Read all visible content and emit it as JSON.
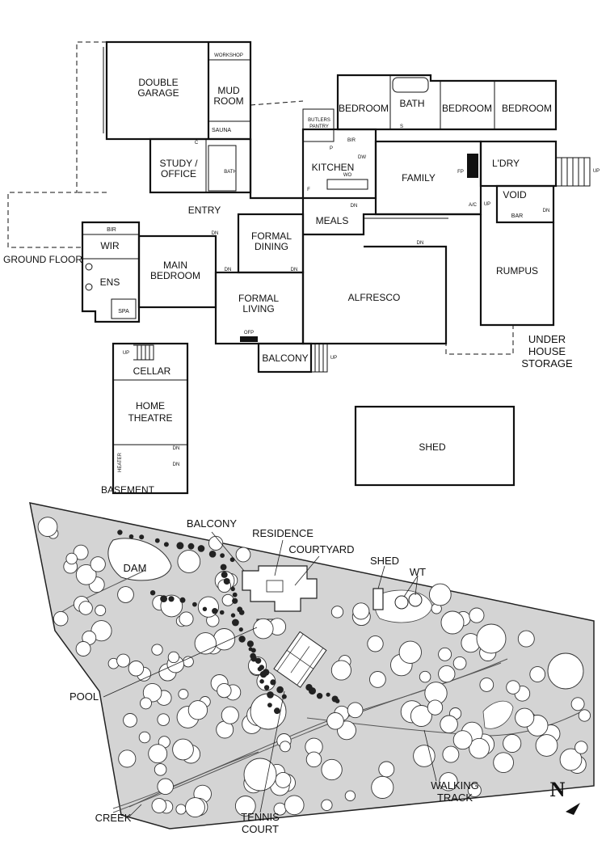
{
  "floor": {
    "ground_floor_label": "GROUND FLOOR",
    "basement_label": "BASEMENT",
    "rooms": {
      "double_garage": [
        "DOUBLE",
        "GARAGE"
      ],
      "workshop": "WORKSHOP",
      "mud_room": [
        "MUD",
        "ROOM"
      ],
      "sauna": "SAUNA",
      "bath_small": "BATH",
      "study_office": [
        "STUDY /",
        "OFFICE"
      ],
      "entry": "ENTRY",
      "bedroom_1": "BEDROOM",
      "bath": "BATH",
      "bedroom_2": "BEDROOM",
      "bedroom_3": "BEDROOM",
      "butlers_pantry": [
        "BUTLERS",
        "PANTRY"
      ],
      "kitchen": "KITCHEN",
      "family": "FAMILY",
      "laundry": "L'DRY",
      "void": "VOID",
      "bar": "BAR",
      "meals": "MEALS",
      "formal_dining": [
        "FORMAL",
        "DINING"
      ],
      "wir": "WIR",
      "ens": "ENS",
      "spa": "SPA",
      "main_bedroom": [
        "MAIN",
        "BEDROOM"
      ],
      "formal_living": [
        "FORMAL",
        "LIVING"
      ],
      "alfresco": "ALFRESCO",
      "rumpus": "RUMPUS",
      "balcony": "BALCONY",
      "under_house_storage": [
        "UNDER",
        "HOUSE",
        "STORAGE"
      ],
      "cellar": "CELLAR",
      "home_theatre": [
        "HOME",
        "THEATRE"
      ],
      "shed": "SHED"
    },
    "marks": {
      "bir": "BIR",
      "wo": "WO",
      "dw": "DW",
      "p": "P",
      "f": "F",
      "s": "S",
      "c": "C",
      "dn": "DN",
      "up": "UP",
      "ofp": "OFP",
      "fp": "FP",
      "ac": "A/C",
      "heater": "HEATER"
    }
  },
  "site": {
    "labels": {
      "balcony": "BALCONY",
      "residence": "RESIDENCE",
      "courtyard": "COURTYARD",
      "dam": "DAM",
      "shed": "SHED",
      "wt": "WT",
      "pool": "POOL",
      "creek": "CREEK",
      "tennis_court": [
        "TENNIS",
        "COURT"
      ],
      "walking_track": [
        "WALKING",
        "TRACK"
      ]
    },
    "north": "N"
  }
}
